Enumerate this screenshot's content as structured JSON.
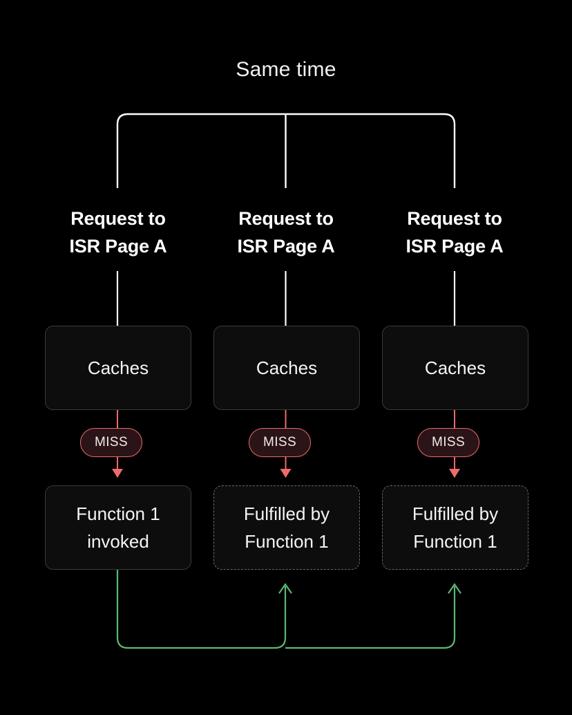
{
  "diagram": {
    "title": "Same time",
    "background": "#000000",
    "colors": {
      "bracket": "#ffffff",
      "request_line": "#ffffff",
      "miss_arrow": "#ef6a6d",
      "miss_badge_fill": "#2a1417",
      "miss_badge_border": "#ef6a6d",
      "fulfill_arrow": "#5cb974",
      "node_fill": "#0d0d0d",
      "node_border_solid": "#3a3a3a",
      "node_border_dashed": "#6a6a6a",
      "text": "#ffffff"
    },
    "columns": [
      {
        "heading_line1": "Request to",
        "heading_line2": "ISR Page A",
        "cache_label": "Caches",
        "badge_label": "MISS",
        "result_line1": "Function 1",
        "result_line2": "invoked",
        "result_style": "solid"
      },
      {
        "heading_line1": "Request to",
        "heading_line2": "ISR Page A",
        "cache_label": "Caches",
        "badge_label": "MISS",
        "result_line1": "Fulfilled by",
        "result_line2": "Function 1",
        "result_style": "dashed"
      },
      {
        "heading_line1": "Request to",
        "heading_line2": "ISR Page A",
        "cache_label": "Caches",
        "badge_label": "MISS",
        "result_line1": "Fulfilled by",
        "result_line2": "Function 1",
        "result_style": "dashed"
      }
    ]
  }
}
